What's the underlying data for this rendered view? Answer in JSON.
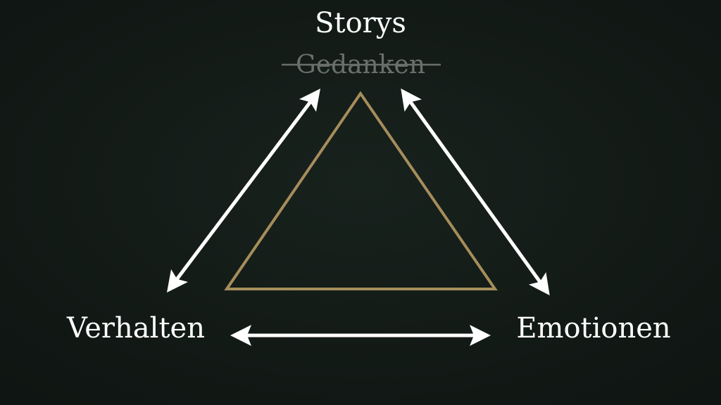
{
  "labels": {
    "top": "Storys",
    "top_struck": "Gedanken",
    "left": "Verhalten",
    "right": "Emotionen"
  },
  "colors": {
    "background": "#131b17",
    "triangle": "#a68d5b",
    "arrows": "#ffffff",
    "struck_text": "#6b6f6c"
  }
}
